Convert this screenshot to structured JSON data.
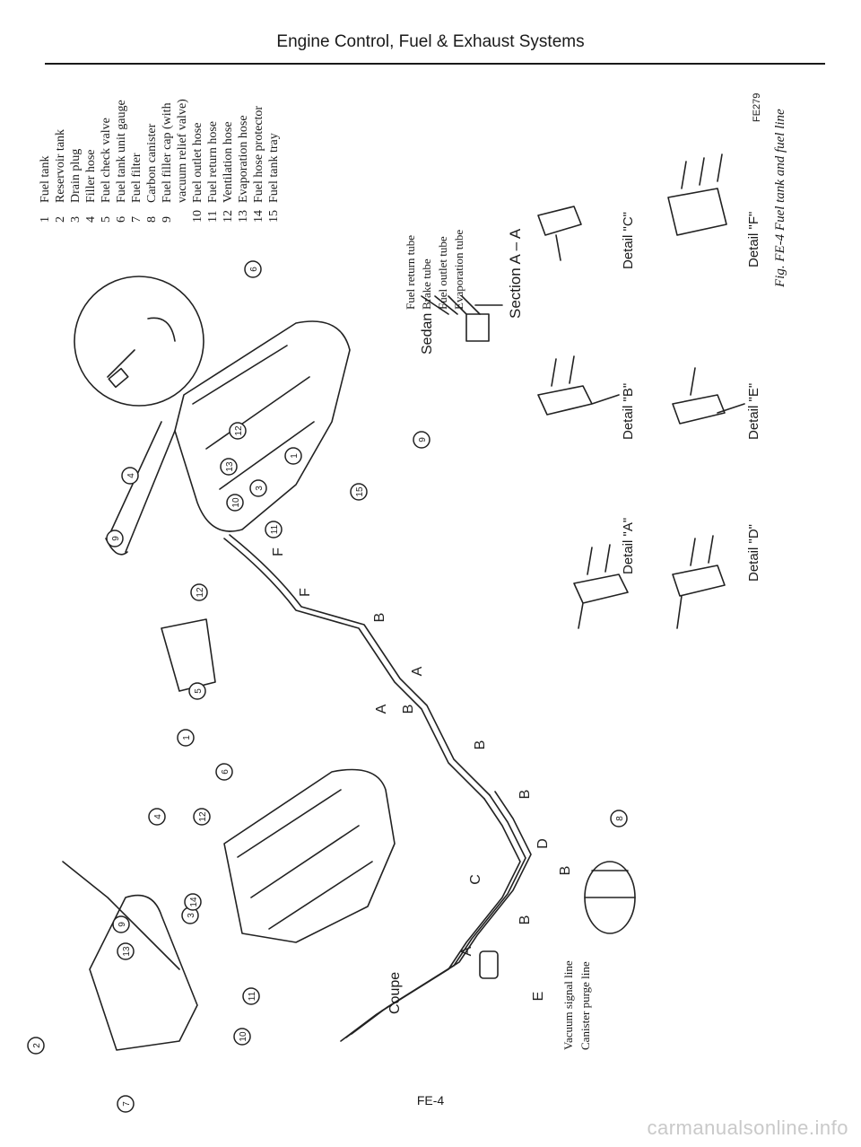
{
  "header": {
    "title": "Engine Control, Fuel & Exhaust Systems"
  },
  "legend": [
    {
      "num": "1",
      "label": "Fuel tank"
    },
    {
      "num": "2",
      "label": "Reservoir tank"
    },
    {
      "num": "3",
      "label": "Drain plug"
    },
    {
      "num": "4",
      "label": "Filler hose"
    },
    {
      "num": "5",
      "label": "Fuel check valve"
    },
    {
      "num": "6",
      "label": "Fuel tank unit gauge"
    },
    {
      "num": "7",
      "label": "Fuel filter"
    },
    {
      "num": "8",
      "label": "Carbon canister"
    },
    {
      "num": "9",
      "label": "Fuel filler cap (with"
    },
    {
      "num": "",
      "label": "vacuum relief valve)"
    },
    {
      "num": "10",
      "label": "Fuel outlet hose"
    },
    {
      "num": "11",
      "label": "Fuel return hose"
    },
    {
      "num": "12",
      "label": "Ventilation hose"
    },
    {
      "num": "13",
      "label": "Evaporation hose"
    },
    {
      "num": "14",
      "label": "Fuel hose protector"
    },
    {
      "num": "15",
      "label": "Fuel tank tray"
    }
  ],
  "section_labels": {
    "sedan": "Sedan",
    "coupe": "Coupe",
    "section_aa": "Section A – A",
    "tube_labels": [
      "Fuel return tube",
      "Brake tube",
      "Fuel outlet tube",
      "Evaporation tube"
    ],
    "line_labels": [
      "Vacuum signal line",
      "Canister purge line"
    ]
  },
  "details": [
    {
      "id": "A",
      "label": "Detail \"A\""
    },
    {
      "id": "B",
      "label": "Detail \"B\""
    },
    {
      "id": "C",
      "label": "Detail \"C\""
    },
    {
      "id": "D",
      "label": "Detail \"D\""
    },
    {
      "id": "E",
      "label": "Detail \"E\""
    },
    {
      "id": "F",
      "label": "Detail \"F\""
    }
  ],
  "figure": {
    "caption": "Fig. FE-4 Fuel tank and fuel line",
    "code": "FE279"
  },
  "callouts": [
    "1",
    "2",
    "3",
    "4",
    "5",
    "6",
    "7",
    "8",
    "9",
    "10",
    "11",
    "12",
    "13",
    "14",
    "15"
  ],
  "arrow_letters": [
    "A",
    "B",
    "C",
    "D",
    "E",
    "F"
  ],
  "footer": {
    "page": "FE-4"
  },
  "watermark": "carmanualsonline.info"
}
